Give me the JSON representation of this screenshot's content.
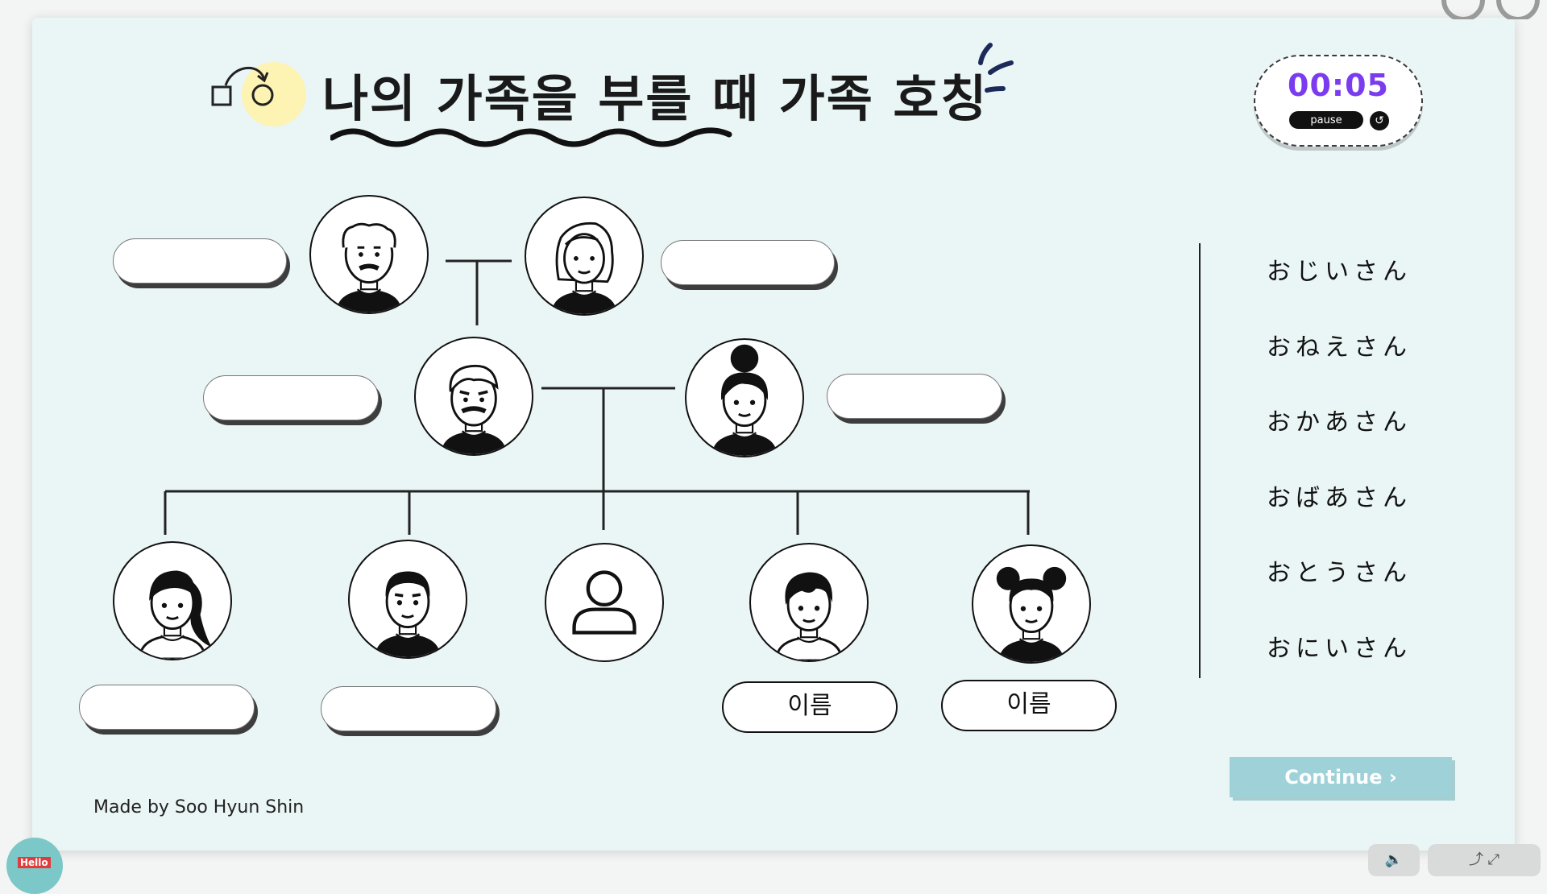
{
  "title": "나의 가족을 부를 때 가족 호칭",
  "timer": {
    "time": "00:05",
    "pause_label": "pause",
    "reset_icon": "↺"
  },
  "tree": {
    "grandparents": [
      "grandfather-avatar",
      "grandmother-avatar"
    ],
    "parents": [
      "father-avatar",
      "mother-avatar"
    ],
    "children": [
      "sister-avatar",
      "brother-avatar",
      "self-avatar",
      "younger-brother-avatar",
      "younger-sister-avatar"
    ]
  },
  "name_fields": [
    "이름",
    "이름"
  ],
  "word_bank": [
    "おじいさん",
    "おねえさん",
    "おかあさん",
    "おばあさん",
    "おとうさん",
    "おにいさん"
  ],
  "continue_label": "Continue ›",
  "credit": "Made by Soo Hyun Shin",
  "hello_badge": "Hello",
  "bottom_controls": {
    "sound_icon": "🔈",
    "share_icon": "⤴ ⤢"
  },
  "colors": {
    "timer_accent": "#7b3cf0",
    "continue_bg": "#9fd2d8",
    "slide_bg": "#eaf5f5",
    "title_highlight": "#fdf3b3"
  },
  "icons": [
    "refresh-shape-icon",
    "sparkle-icon",
    "title-underline-wave"
  ]
}
